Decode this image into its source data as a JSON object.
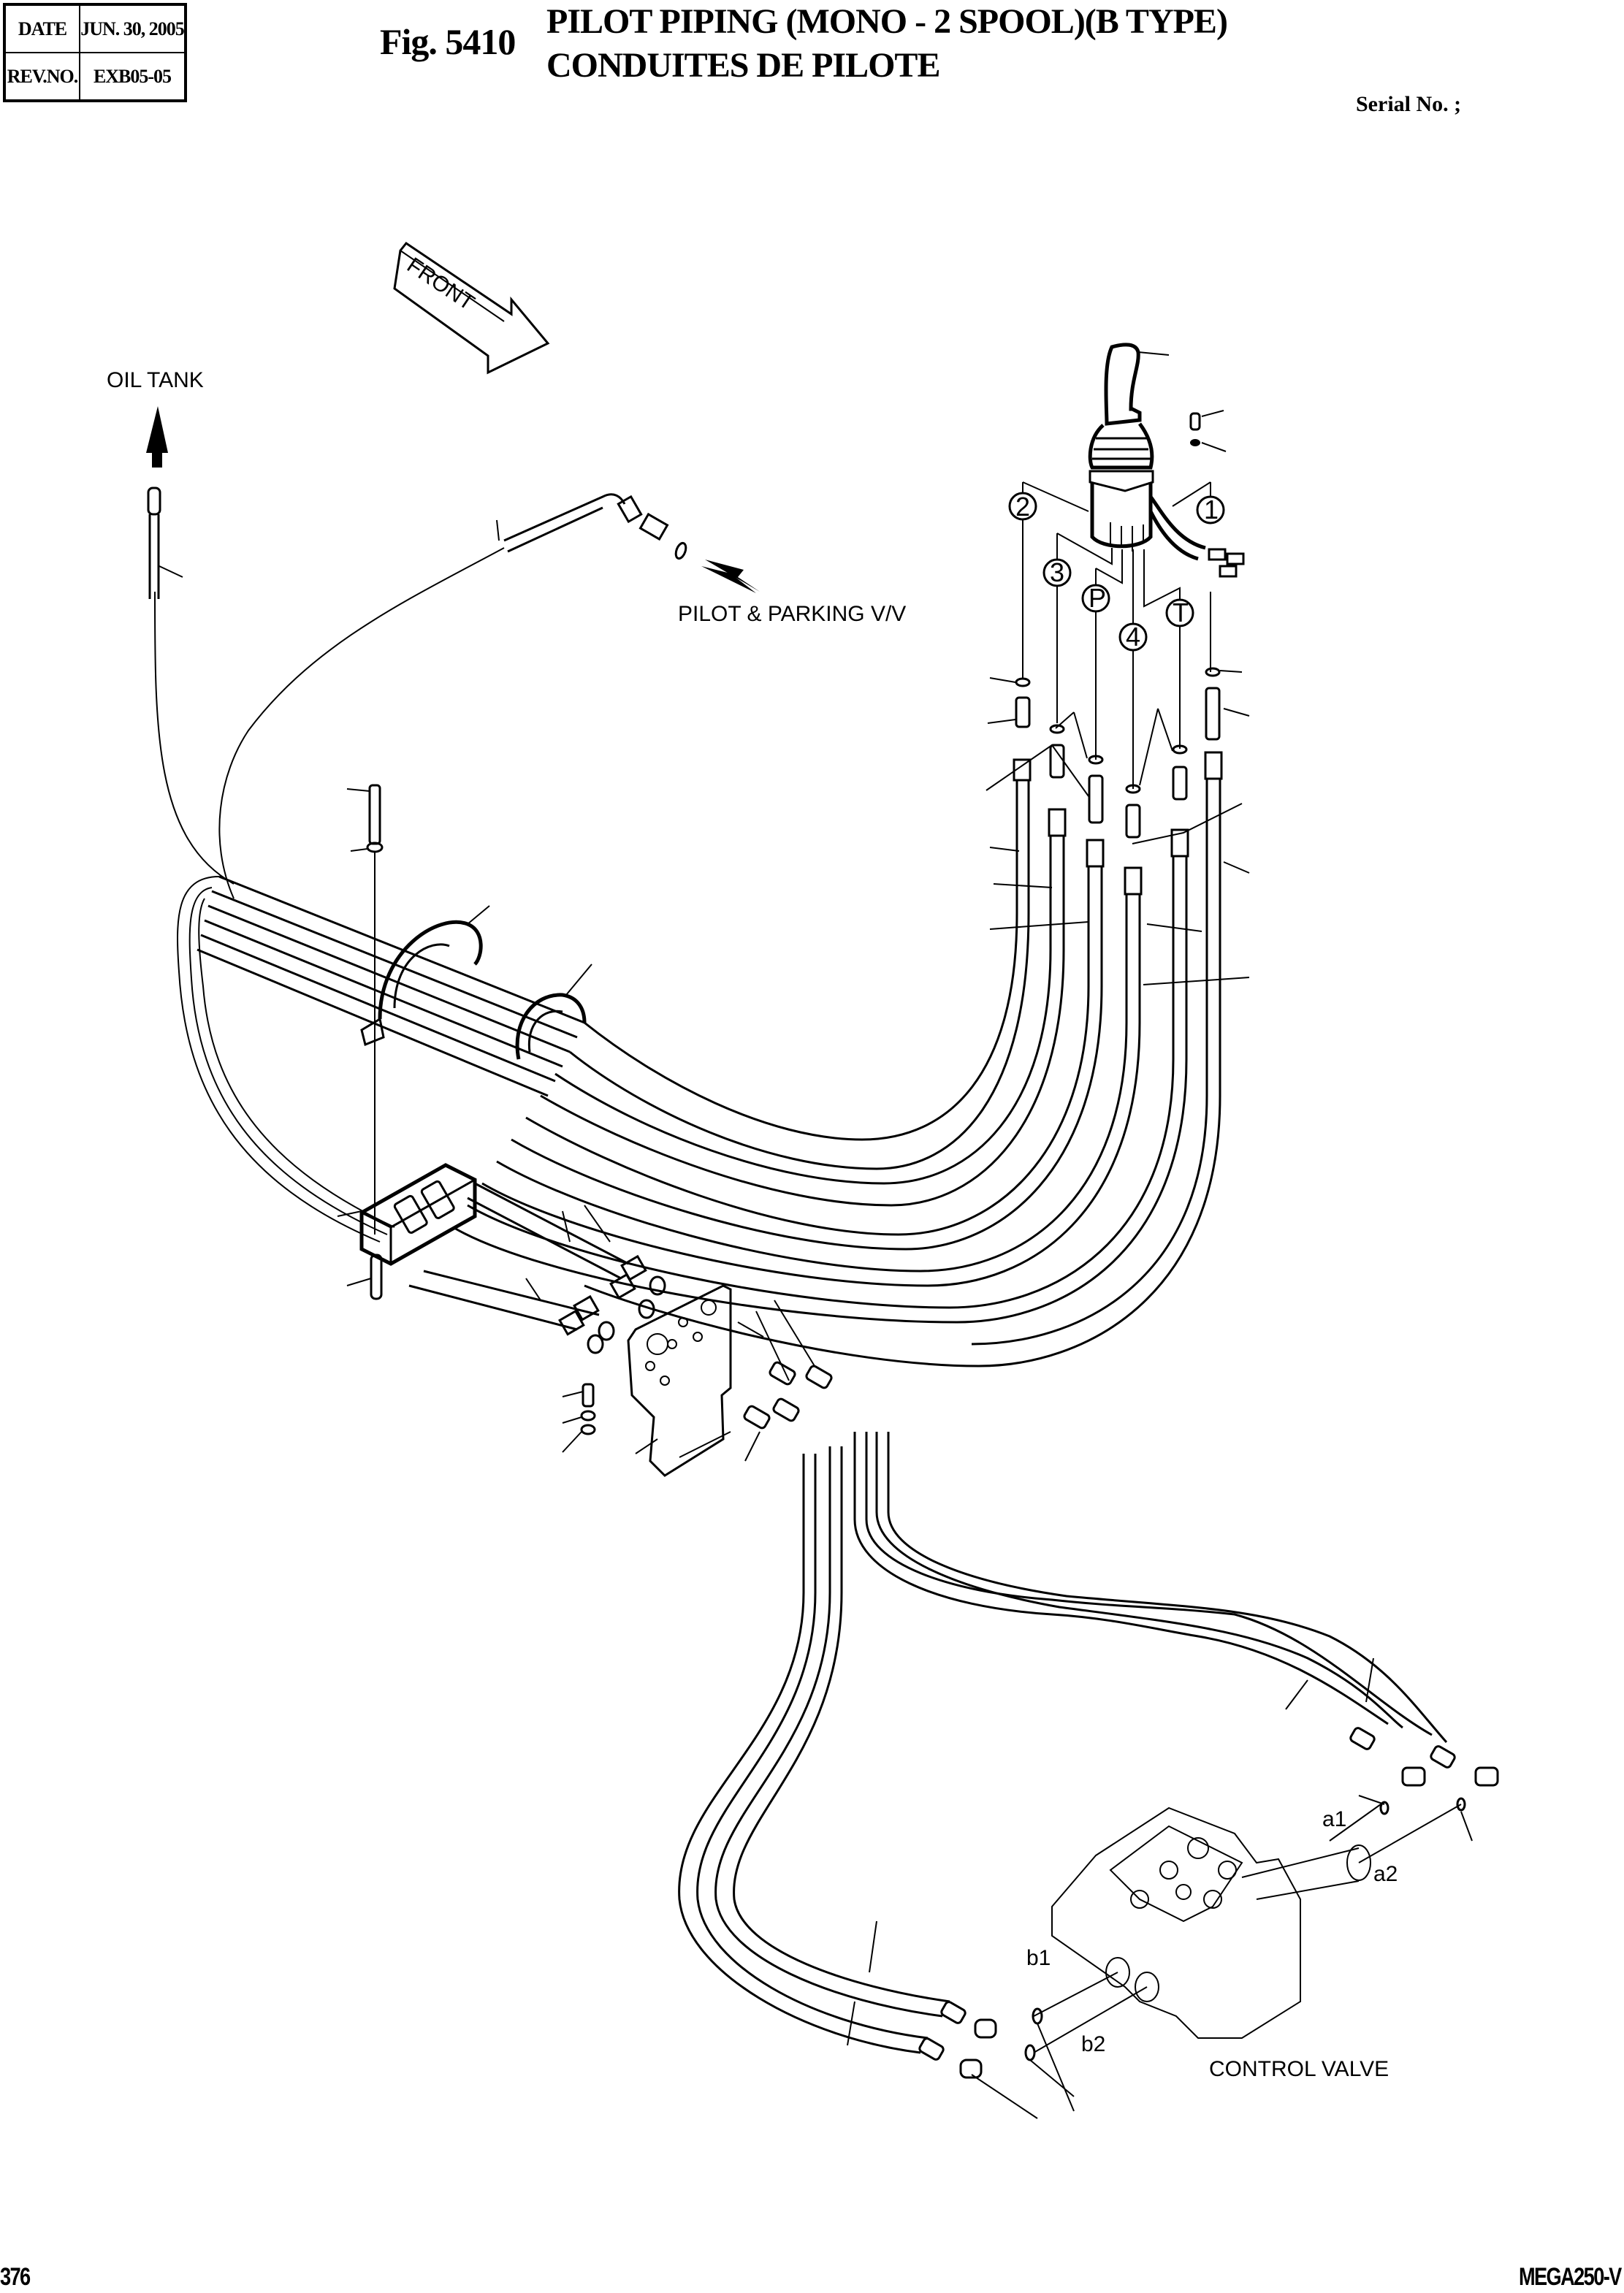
{
  "header": {
    "date_label": "DATE",
    "date_value": "JUN. 30, 2005",
    "rev_label": "REV.NO.",
    "rev_value": "EXB05-05",
    "figure_number": "Fig. 5410",
    "title_en": "PILOT PIPING (MONO - 2 SPOOL)(B TYPE)",
    "title_fr": "CONDUITES DE PILOTE",
    "serial_label": "Serial No. ;"
  },
  "diagram": {
    "direction_arrow": "FRONT",
    "labels": {
      "oil_tank": "OIL TANK",
      "pilot_parking": "PILOT  & PARKING V/V",
      "control_valve": "CONTROL VALVE"
    },
    "port_callouts": [
      "2",
      "1",
      "3",
      "P",
      "4",
      "T"
    ],
    "valve_ports": [
      "a1",
      "a2",
      "b1",
      "b2"
    ]
  },
  "footer": {
    "page_number": "376",
    "model": "MEGA250-V"
  }
}
